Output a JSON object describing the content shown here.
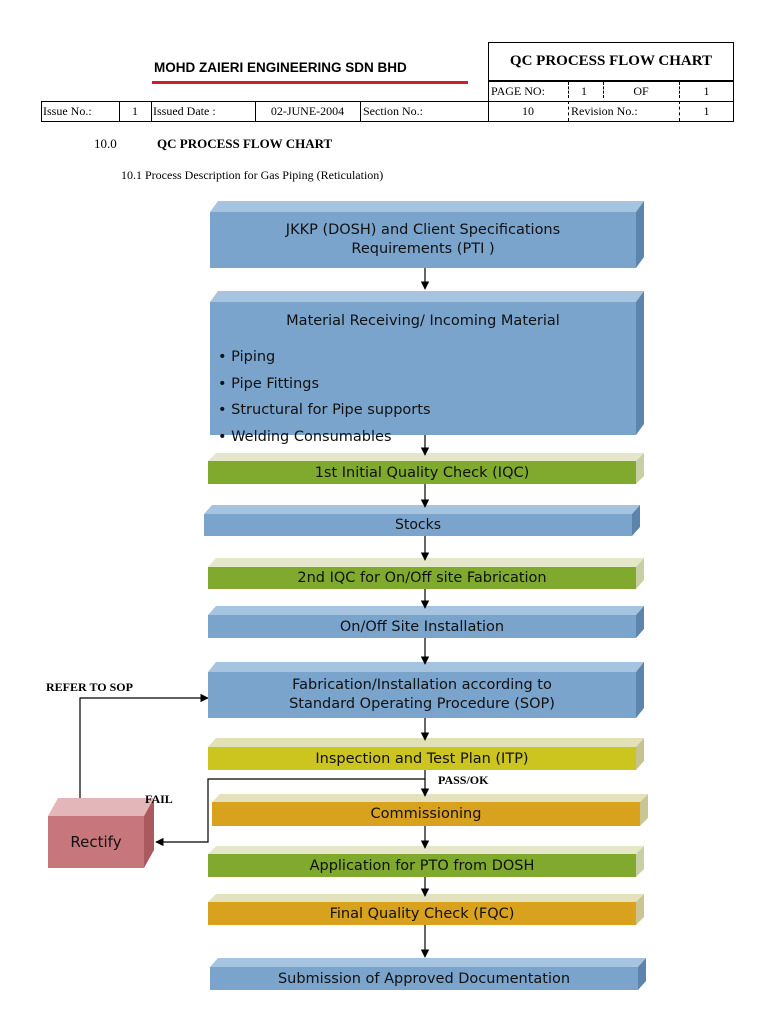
{
  "header": {
    "company": "MOHD ZAIERI ENGINEERING SDN BHD",
    "doc_title": "QC PROCESS FLOW CHART",
    "page_no_label": "PAGE NO:",
    "page_no": "1",
    "of_label": "OF",
    "page_total": "1",
    "issue_no_label": "Issue No.:",
    "issue_no": "1",
    "issued_date_label": "Issued Date :",
    "issued_date": "02-JUNE-2004",
    "section_no_label": "Section No.:",
    "section_no": "10",
    "revision_no_label": "Revision No.:",
    "revision_no": "1"
  },
  "section": {
    "number": "10.0",
    "title": "QC PROCESS FLOW CHART",
    "subsection": "10.1 Process Description for Gas Piping (Reticulation)"
  },
  "flow": {
    "step1_line1": "JKKP (DOSH) and Client Specifications",
    "step1_line2": "Requirements (PTI )",
    "step2_title": "Material Receiving/ Incoming Material",
    "step2_items": [
      "Piping",
      "Pipe Fittings",
      "Structural for Pipe supports",
      "Welding Consumables"
    ],
    "step3": "1st Initial Quality Check (IQC)",
    "step4": "Stocks",
    "step5": "2nd IQC for On/Off site Fabrication",
    "step6": "On/Off Site Installation",
    "step7_line1": "Fabrication/Installation according to",
    "step7_line2": "Standard Operating Procedure (SOP)",
    "step8": "Inspection and Test Plan (ITP)",
    "step9": "Commissioning",
    "step10": "Application for PTO from DOSH",
    "step11": "Final Quality Check (FQC)",
    "step12": "Submission of Approved Documentation",
    "rectify": "Rectify",
    "refer_label": "REFER TO SOP",
    "fail_label": "FAIL",
    "pass_label": "PASS/OK"
  },
  "colors": {
    "blue_box": "#7aa4cc",
    "green_box": "#7faa2e",
    "yellow_box": "#ccc41f",
    "gold_box": "#d9a21e",
    "rectify_box": "#c7777b",
    "accent_line": "#d51a2c"
  }
}
